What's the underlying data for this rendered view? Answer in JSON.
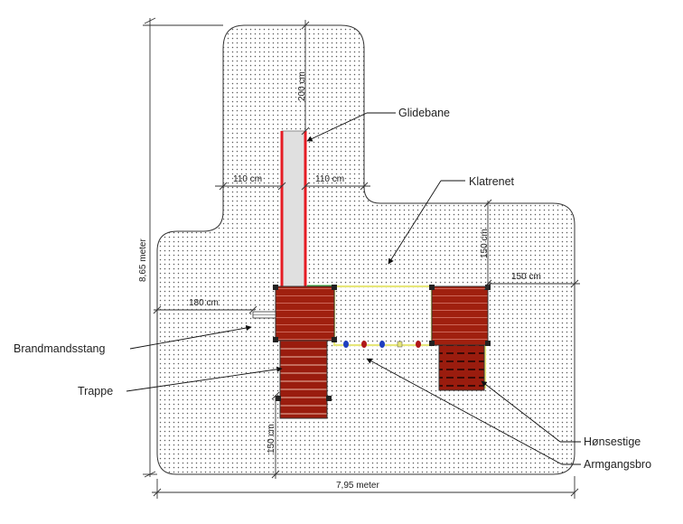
{
  "labels": {
    "glidebane": "Glidebane",
    "klatrenet": "Klatrenet",
    "brandmandsstang": "Brandmandsstang",
    "trappe": "Trappe",
    "honsestige": "Hønsestige",
    "armgangsbro": "Armgangsbro"
  },
  "dimensions": {
    "height_total": "8,65 meter",
    "width_total": "7,95 meter",
    "slide_length": "200 cm",
    "left_clearance": "110 cm",
    "right_clearance": "110 cm",
    "pole_clearance": "180 cm",
    "net_clearance_vertical": "150 cm",
    "net_clearance_horizontal": "150 cm",
    "stair_clearance": "150 cm"
  },
  "colors": {
    "platform": "#a0200f",
    "platform_line": "#d9786a",
    "slide": "#e51c24",
    "net": "#e7e77a",
    "area_dots": "#5a5a5a",
    "dimension_line": "#333333"
  }
}
